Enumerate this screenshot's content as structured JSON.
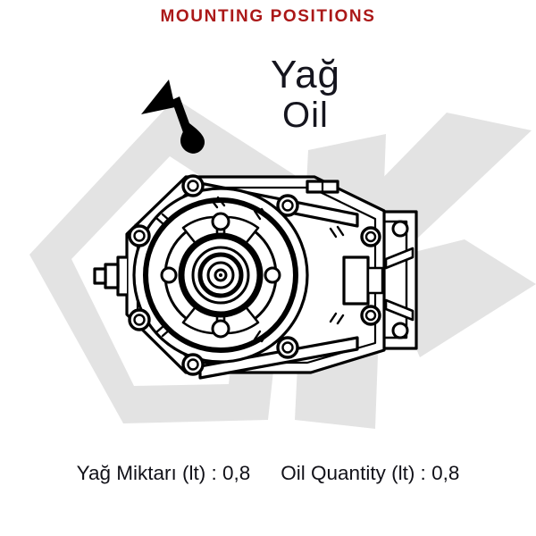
{
  "title": "MOUNTING POSITIONS",
  "colors": {
    "title_red": "#ab1818",
    "text_black": "#111118",
    "watermark_gray": "#e3e3e3",
    "line_black": "#000000",
    "shade_gray": "#d9d9d9",
    "background": "#ffffff"
  },
  "oil_label": {
    "turkish": "Yağ",
    "english": "Oil"
  },
  "icons": {
    "funnel": "oil-funnel-icon",
    "drop": "oil-drop-icon"
  },
  "watermark": {
    "text": "DK",
    "letters": [
      "D",
      "K"
    ]
  },
  "diagram": {
    "name": "gearbox-mounting-diagram",
    "description": "Gearbox reducer technical line drawing"
  },
  "footer": {
    "oil_quantity_tr": "Yağ Miktarı (lt) : 0,8",
    "oil_quantity_en": "Oil Quantity (lt) : 0,8",
    "value": "0,8",
    "unit": "lt"
  }
}
